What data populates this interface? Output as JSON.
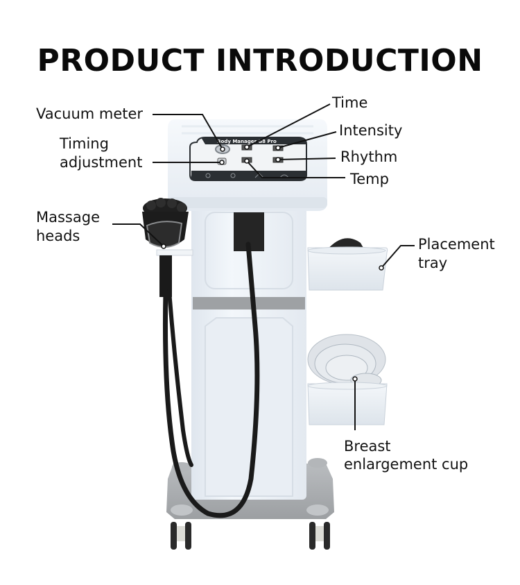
{
  "page": {
    "title": "PRODUCT INTRODUCTION"
  },
  "device": {
    "panel_brand": "Body Manager G8 Pro"
  },
  "callouts": {
    "vacuum_meter": "Vacuum meter",
    "timing_adjustment_line1": "Timing",
    "timing_adjustment_line2": "adjustment",
    "time": "Time",
    "intensity": "Intensity",
    "rhythm": "Rhythm",
    "temp": "Temp",
    "massage_heads_line1": "Massage",
    "massage_heads_line2": "heads",
    "placement_tray_line1": "Placement",
    "placement_tray_line2": "tray",
    "breast_cup_line1": "Breast",
    "breast_cup_line2": "enlargement cup"
  },
  "colors": {
    "text": "#111111",
    "device_body": "#edf2f7",
    "device_shadow": "#d3dbe4",
    "panel_dark": "#2b2f33",
    "accent_gray": "#9a9c9e",
    "base_gray": "#a9acaf",
    "hose_black": "#1a1a1a"
  }
}
